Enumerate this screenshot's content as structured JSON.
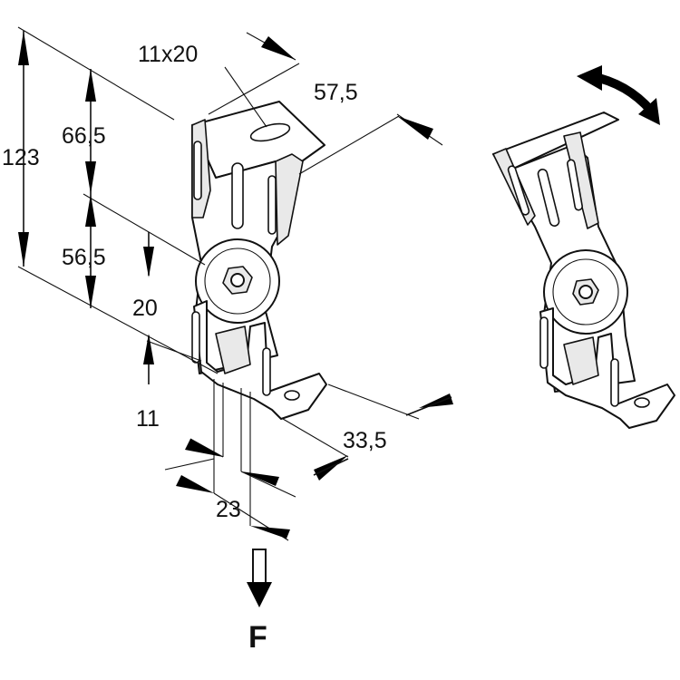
{
  "dimensions": {
    "overall_height": "123",
    "upper_height": "66,5",
    "lower_height": "56,5",
    "slot_size": "11x20",
    "top_width": "57,5",
    "mid_offset": "20",
    "slot_offset": "11",
    "base_width": "33,5",
    "base_gap": "23"
  },
  "force_label": "F",
  "colors": {
    "line": "#111111",
    "fill": "#ffffff",
    "shade": "#e9e9e9"
  }
}
